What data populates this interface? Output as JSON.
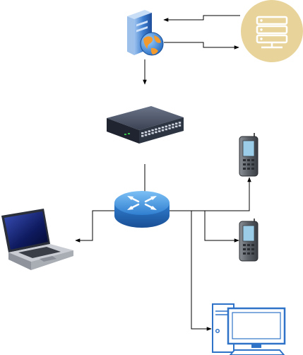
{
  "diagram": {
    "nodes": [
      {
        "id": "web-server",
        "icon": "web-server-icon"
      },
      {
        "id": "database-server",
        "icon": "server-rack-icon"
      },
      {
        "id": "network-switch",
        "icon": "network-switch-icon"
      },
      {
        "id": "router",
        "icon": "router-icon"
      },
      {
        "id": "laptop",
        "icon": "laptop-icon"
      },
      {
        "id": "mobile-phone-1",
        "icon": "mobile-phone-icon"
      },
      {
        "id": "mobile-phone-2",
        "icon": "mobile-phone-icon"
      },
      {
        "id": "desktop-computer",
        "icon": "desktop-computer-icon"
      }
    ],
    "edges": [
      {
        "from": "database-server",
        "to": "web-server"
      },
      {
        "from": "web-server",
        "to": "database-server"
      },
      {
        "from": "web-server",
        "to": "network-switch"
      },
      {
        "from": "network-switch",
        "to": "router"
      },
      {
        "from": "router",
        "to": "laptop"
      },
      {
        "from": "router",
        "to": "mobile-phone-1"
      },
      {
        "from": "router",
        "to": "mobile-phone-2"
      },
      {
        "from": "router",
        "to": "desktop-computer"
      }
    ],
    "colors": {
      "server_circle": "#e8d49a",
      "router_blue": "#3d8fd6",
      "switch_dark": "#2d3442",
      "desktop_blue": "#2f73c8",
      "line": "#000000"
    }
  }
}
